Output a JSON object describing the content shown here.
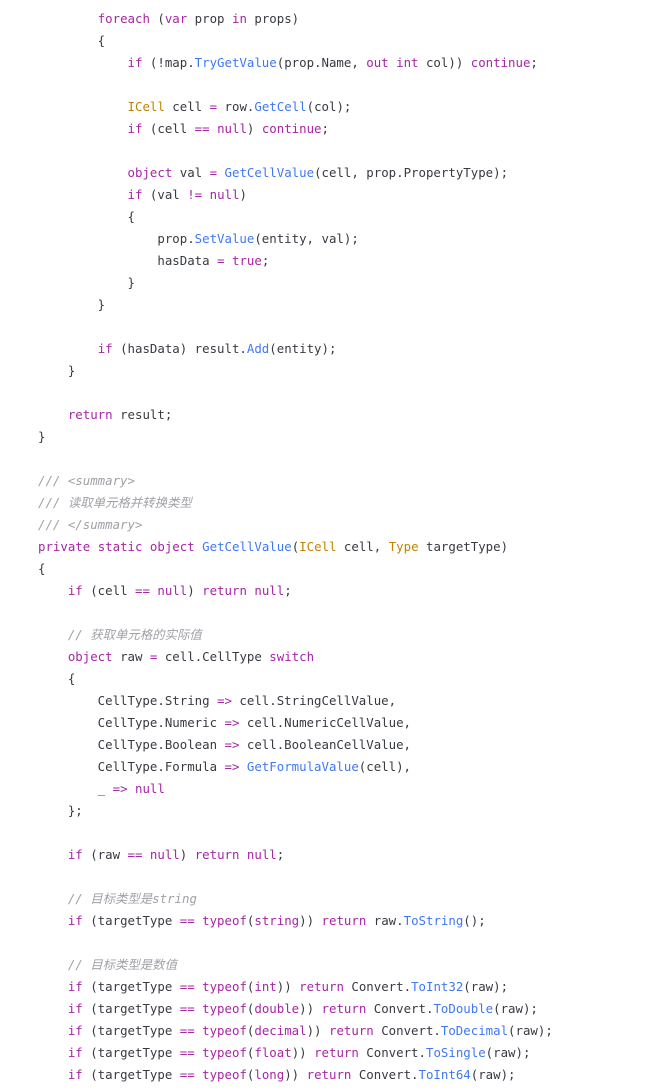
{
  "colors": {
    "background": "#ffffff",
    "plain": "#383a42",
    "keyword": "#a626a4",
    "type": "#c18401",
    "function": "#4078f2",
    "comment": "#a0a1a7"
  },
  "code": {
    "lines": [
      [
        {
          "t": "        "
        },
        {
          "t": "foreach",
          "c": "kw"
        },
        {
          "t": " ("
        },
        {
          "t": "var",
          "c": "kw"
        },
        {
          "t": " prop "
        },
        {
          "t": "in",
          "c": "kw"
        },
        {
          "t": " props)"
        }
      ],
      [
        {
          "t": "        {"
        }
      ],
      [
        {
          "t": "            "
        },
        {
          "t": "if",
          "c": "kw"
        },
        {
          "t": " (!map."
        },
        {
          "t": "TryGetValue",
          "c": "fn"
        },
        {
          "t": "(prop.Name, "
        },
        {
          "t": "out",
          "c": "kw"
        },
        {
          "t": " "
        },
        {
          "t": "int",
          "c": "kw"
        },
        {
          "t": " col)) "
        },
        {
          "t": "continue",
          "c": "kw"
        },
        {
          "t": ";"
        }
      ],
      [
        {
          "t": ""
        }
      ],
      [
        {
          "t": "            "
        },
        {
          "t": "ICell",
          "c": "ty"
        },
        {
          "t": " cell "
        },
        {
          "t": "=",
          "c": "op"
        },
        {
          "t": " row."
        },
        {
          "t": "GetCell",
          "c": "fn"
        },
        {
          "t": "(col);"
        }
      ],
      [
        {
          "t": "            "
        },
        {
          "t": "if",
          "c": "kw"
        },
        {
          "t": " (cell "
        },
        {
          "t": "==",
          "c": "op"
        },
        {
          "t": " "
        },
        {
          "t": "null",
          "c": "lit"
        },
        {
          "t": ") "
        },
        {
          "t": "continue",
          "c": "kw"
        },
        {
          "t": ";"
        }
      ],
      [
        {
          "t": ""
        }
      ],
      [
        {
          "t": "            "
        },
        {
          "t": "object",
          "c": "kw"
        },
        {
          "t": " val "
        },
        {
          "t": "=",
          "c": "op"
        },
        {
          "t": " "
        },
        {
          "t": "GetCellValue",
          "c": "fn"
        },
        {
          "t": "(cell, prop.PropertyType);"
        }
      ],
      [
        {
          "t": "            "
        },
        {
          "t": "if",
          "c": "kw"
        },
        {
          "t": " (val "
        },
        {
          "t": "!=",
          "c": "op"
        },
        {
          "t": " "
        },
        {
          "t": "null",
          "c": "lit"
        },
        {
          "t": ")"
        }
      ],
      [
        {
          "t": "            {"
        }
      ],
      [
        {
          "t": "                prop."
        },
        {
          "t": "SetValue",
          "c": "fn"
        },
        {
          "t": "(entity, val);"
        }
      ],
      [
        {
          "t": "                hasData "
        },
        {
          "t": "=",
          "c": "op"
        },
        {
          "t": " "
        },
        {
          "t": "true",
          "c": "lit"
        },
        {
          "t": ";"
        }
      ],
      [
        {
          "t": "            }"
        }
      ],
      [
        {
          "t": "        }"
        }
      ],
      [
        {
          "t": ""
        }
      ],
      [
        {
          "t": "        "
        },
        {
          "t": "if",
          "c": "kw"
        },
        {
          "t": " (hasData) result."
        },
        {
          "t": "Add",
          "c": "fn"
        },
        {
          "t": "(entity);"
        }
      ],
      [
        {
          "t": "    }"
        }
      ],
      [
        {
          "t": ""
        }
      ],
      [
        {
          "t": "    "
        },
        {
          "t": "return",
          "c": "kw"
        },
        {
          "t": " result;"
        }
      ],
      [
        {
          "t": "}"
        }
      ],
      [
        {
          "t": ""
        }
      ],
      [
        {
          "t": "/// <summary>",
          "c": "cm"
        }
      ],
      [
        {
          "t": "/// 读取单元格并转换类型",
          "c": "cm"
        }
      ],
      [
        {
          "t": "/// </summary>",
          "c": "cm"
        }
      ],
      [
        {
          "t": "private",
          "c": "kw"
        },
        {
          "t": " "
        },
        {
          "t": "static",
          "c": "kw"
        },
        {
          "t": " "
        },
        {
          "t": "object",
          "c": "kw"
        },
        {
          "t": " "
        },
        {
          "t": "GetCellValue",
          "c": "fn"
        },
        {
          "t": "("
        },
        {
          "t": "ICell",
          "c": "ty"
        },
        {
          "t": " cell, "
        },
        {
          "t": "Type",
          "c": "ty"
        },
        {
          "t": " targetType)"
        }
      ],
      [
        {
          "t": "{"
        }
      ],
      [
        {
          "t": "    "
        },
        {
          "t": "if",
          "c": "kw"
        },
        {
          "t": " (cell "
        },
        {
          "t": "==",
          "c": "op"
        },
        {
          "t": " "
        },
        {
          "t": "null",
          "c": "lit"
        },
        {
          "t": ") "
        },
        {
          "t": "return",
          "c": "kw"
        },
        {
          "t": " "
        },
        {
          "t": "null",
          "c": "lit"
        },
        {
          "t": ";"
        }
      ],
      [
        {
          "t": ""
        }
      ],
      [
        {
          "t": "    "
        },
        {
          "t": "// 获取单元格的实际值",
          "c": "cm"
        }
      ],
      [
        {
          "t": "    "
        },
        {
          "t": "object",
          "c": "kw"
        },
        {
          "t": " raw "
        },
        {
          "t": "=",
          "c": "op"
        },
        {
          "t": " cell.CellType "
        },
        {
          "t": "switch",
          "c": "kw"
        }
      ],
      [
        {
          "t": "    {"
        }
      ],
      [
        {
          "t": "        CellType.String "
        },
        {
          "t": "=>",
          "c": "op"
        },
        {
          "t": " cell.StringCellValue,"
        }
      ],
      [
        {
          "t": "        CellType.Numeric "
        },
        {
          "t": "=>",
          "c": "op"
        },
        {
          "t": " cell.NumericCellValue,"
        }
      ],
      [
        {
          "t": "        CellType.Boolean "
        },
        {
          "t": "=>",
          "c": "op"
        },
        {
          "t": " cell.BooleanCellValue,"
        }
      ],
      [
        {
          "t": "        CellType.Formula "
        },
        {
          "t": "=>",
          "c": "op"
        },
        {
          "t": " "
        },
        {
          "t": "GetFormulaValue",
          "c": "fn"
        },
        {
          "t": "(cell),"
        }
      ],
      [
        {
          "t": "        _ "
        },
        {
          "t": "=>",
          "c": "op"
        },
        {
          "t": " "
        },
        {
          "t": "null",
          "c": "lit"
        }
      ],
      [
        {
          "t": "    };"
        }
      ],
      [
        {
          "t": ""
        }
      ],
      [
        {
          "t": "    "
        },
        {
          "t": "if",
          "c": "kw"
        },
        {
          "t": " (raw "
        },
        {
          "t": "==",
          "c": "op"
        },
        {
          "t": " "
        },
        {
          "t": "null",
          "c": "lit"
        },
        {
          "t": ") "
        },
        {
          "t": "return",
          "c": "kw"
        },
        {
          "t": " "
        },
        {
          "t": "null",
          "c": "lit"
        },
        {
          "t": ";"
        }
      ],
      [
        {
          "t": ""
        }
      ],
      [
        {
          "t": "    "
        },
        {
          "t": "// 目标类型是string",
          "c": "cm"
        }
      ],
      [
        {
          "t": "    "
        },
        {
          "t": "if",
          "c": "kw"
        },
        {
          "t": " (targetType "
        },
        {
          "t": "==",
          "c": "op"
        },
        {
          "t": " "
        },
        {
          "t": "typeof",
          "c": "kw"
        },
        {
          "t": "("
        },
        {
          "t": "string",
          "c": "kw"
        },
        {
          "t": ")) "
        },
        {
          "t": "return",
          "c": "kw"
        },
        {
          "t": " raw."
        },
        {
          "t": "ToString",
          "c": "fn"
        },
        {
          "t": "();"
        }
      ],
      [
        {
          "t": ""
        }
      ],
      [
        {
          "t": "    "
        },
        {
          "t": "// 目标类型是数值",
          "c": "cm"
        }
      ],
      [
        {
          "t": "    "
        },
        {
          "t": "if",
          "c": "kw"
        },
        {
          "t": " (targetType "
        },
        {
          "t": "==",
          "c": "op"
        },
        {
          "t": " "
        },
        {
          "t": "typeof",
          "c": "kw"
        },
        {
          "t": "("
        },
        {
          "t": "int",
          "c": "kw"
        },
        {
          "t": ")) "
        },
        {
          "t": "return",
          "c": "kw"
        },
        {
          "t": " Convert."
        },
        {
          "t": "ToInt32",
          "c": "fn"
        },
        {
          "t": "(raw);"
        }
      ],
      [
        {
          "t": "    "
        },
        {
          "t": "if",
          "c": "kw"
        },
        {
          "t": " (targetType "
        },
        {
          "t": "==",
          "c": "op"
        },
        {
          "t": " "
        },
        {
          "t": "typeof",
          "c": "kw"
        },
        {
          "t": "("
        },
        {
          "t": "double",
          "c": "kw"
        },
        {
          "t": ")) "
        },
        {
          "t": "return",
          "c": "kw"
        },
        {
          "t": " Convert."
        },
        {
          "t": "ToDouble",
          "c": "fn"
        },
        {
          "t": "(raw);"
        }
      ],
      [
        {
          "t": "    "
        },
        {
          "t": "if",
          "c": "kw"
        },
        {
          "t": " (targetType "
        },
        {
          "t": "==",
          "c": "op"
        },
        {
          "t": " "
        },
        {
          "t": "typeof",
          "c": "kw"
        },
        {
          "t": "("
        },
        {
          "t": "decimal",
          "c": "kw"
        },
        {
          "t": ")) "
        },
        {
          "t": "return",
          "c": "kw"
        },
        {
          "t": " Convert."
        },
        {
          "t": "ToDecimal",
          "c": "fn"
        },
        {
          "t": "(raw);"
        }
      ],
      [
        {
          "t": "    "
        },
        {
          "t": "if",
          "c": "kw"
        },
        {
          "t": " (targetType "
        },
        {
          "t": "==",
          "c": "op"
        },
        {
          "t": " "
        },
        {
          "t": "typeof",
          "c": "kw"
        },
        {
          "t": "("
        },
        {
          "t": "float",
          "c": "kw"
        },
        {
          "t": ")) "
        },
        {
          "t": "return",
          "c": "kw"
        },
        {
          "t": " Convert."
        },
        {
          "t": "ToSingle",
          "c": "fn"
        },
        {
          "t": "(raw);"
        }
      ],
      [
        {
          "t": "    "
        },
        {
          "t": "if",
          "c": "kw"
        },
        {
          "t": " (targetType "
        },
        {
          "t": "==",
          "c": "op"
        },
        {
          "t": " "
        },
        {
          "t": "typeof",
          "c": "kw"
        },
        {
          "t": "("
        },
        {
          "t": "long",
          "c": "kw"
        },
        {
          "t": ")) "
        },
        {
          "t": "return",
          "c": "kw"
        },
        {
          "t": " Convert."
        },
        {
          "t": "ToInt64",
          "c": "fn"
        },
        {
          "t": "(raw);"
        }
      ]
    ]
  }
}
